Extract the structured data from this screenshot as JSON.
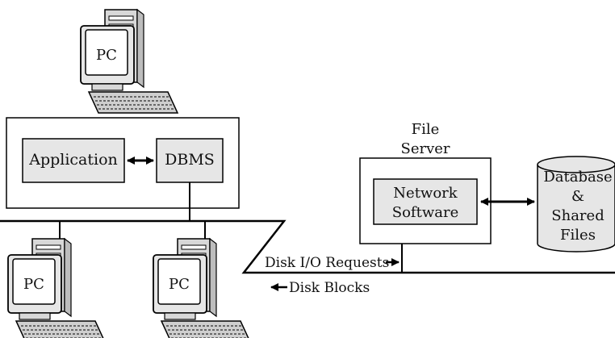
{
  "pc_label": "PC",
  "client_box": {
    "application": "Application",
    "dbms": "DBMS"
  },
  "file_server": {
    "title_line1": "File",
    "title_line2": "Server",
    "network_software_line1": "Network",
    "network_software_line2": "Software"
  },
  "database": {
    "line1": "Database",
    "line2": "&",
    "line3": "Shared",
    "line4": "Files"
  },
  "flows": {
    "disk_io_requests": "Disk I/O Requests",
    "disk_blocks": "Disk Blocks"
  },
  "colors": {
    "box_fill": "#e6e6e6",
    "stroke": "#000000",
    "screen_fill": "#ffffff",
    "computer_fill": "#d8d8d8"
  }
}
